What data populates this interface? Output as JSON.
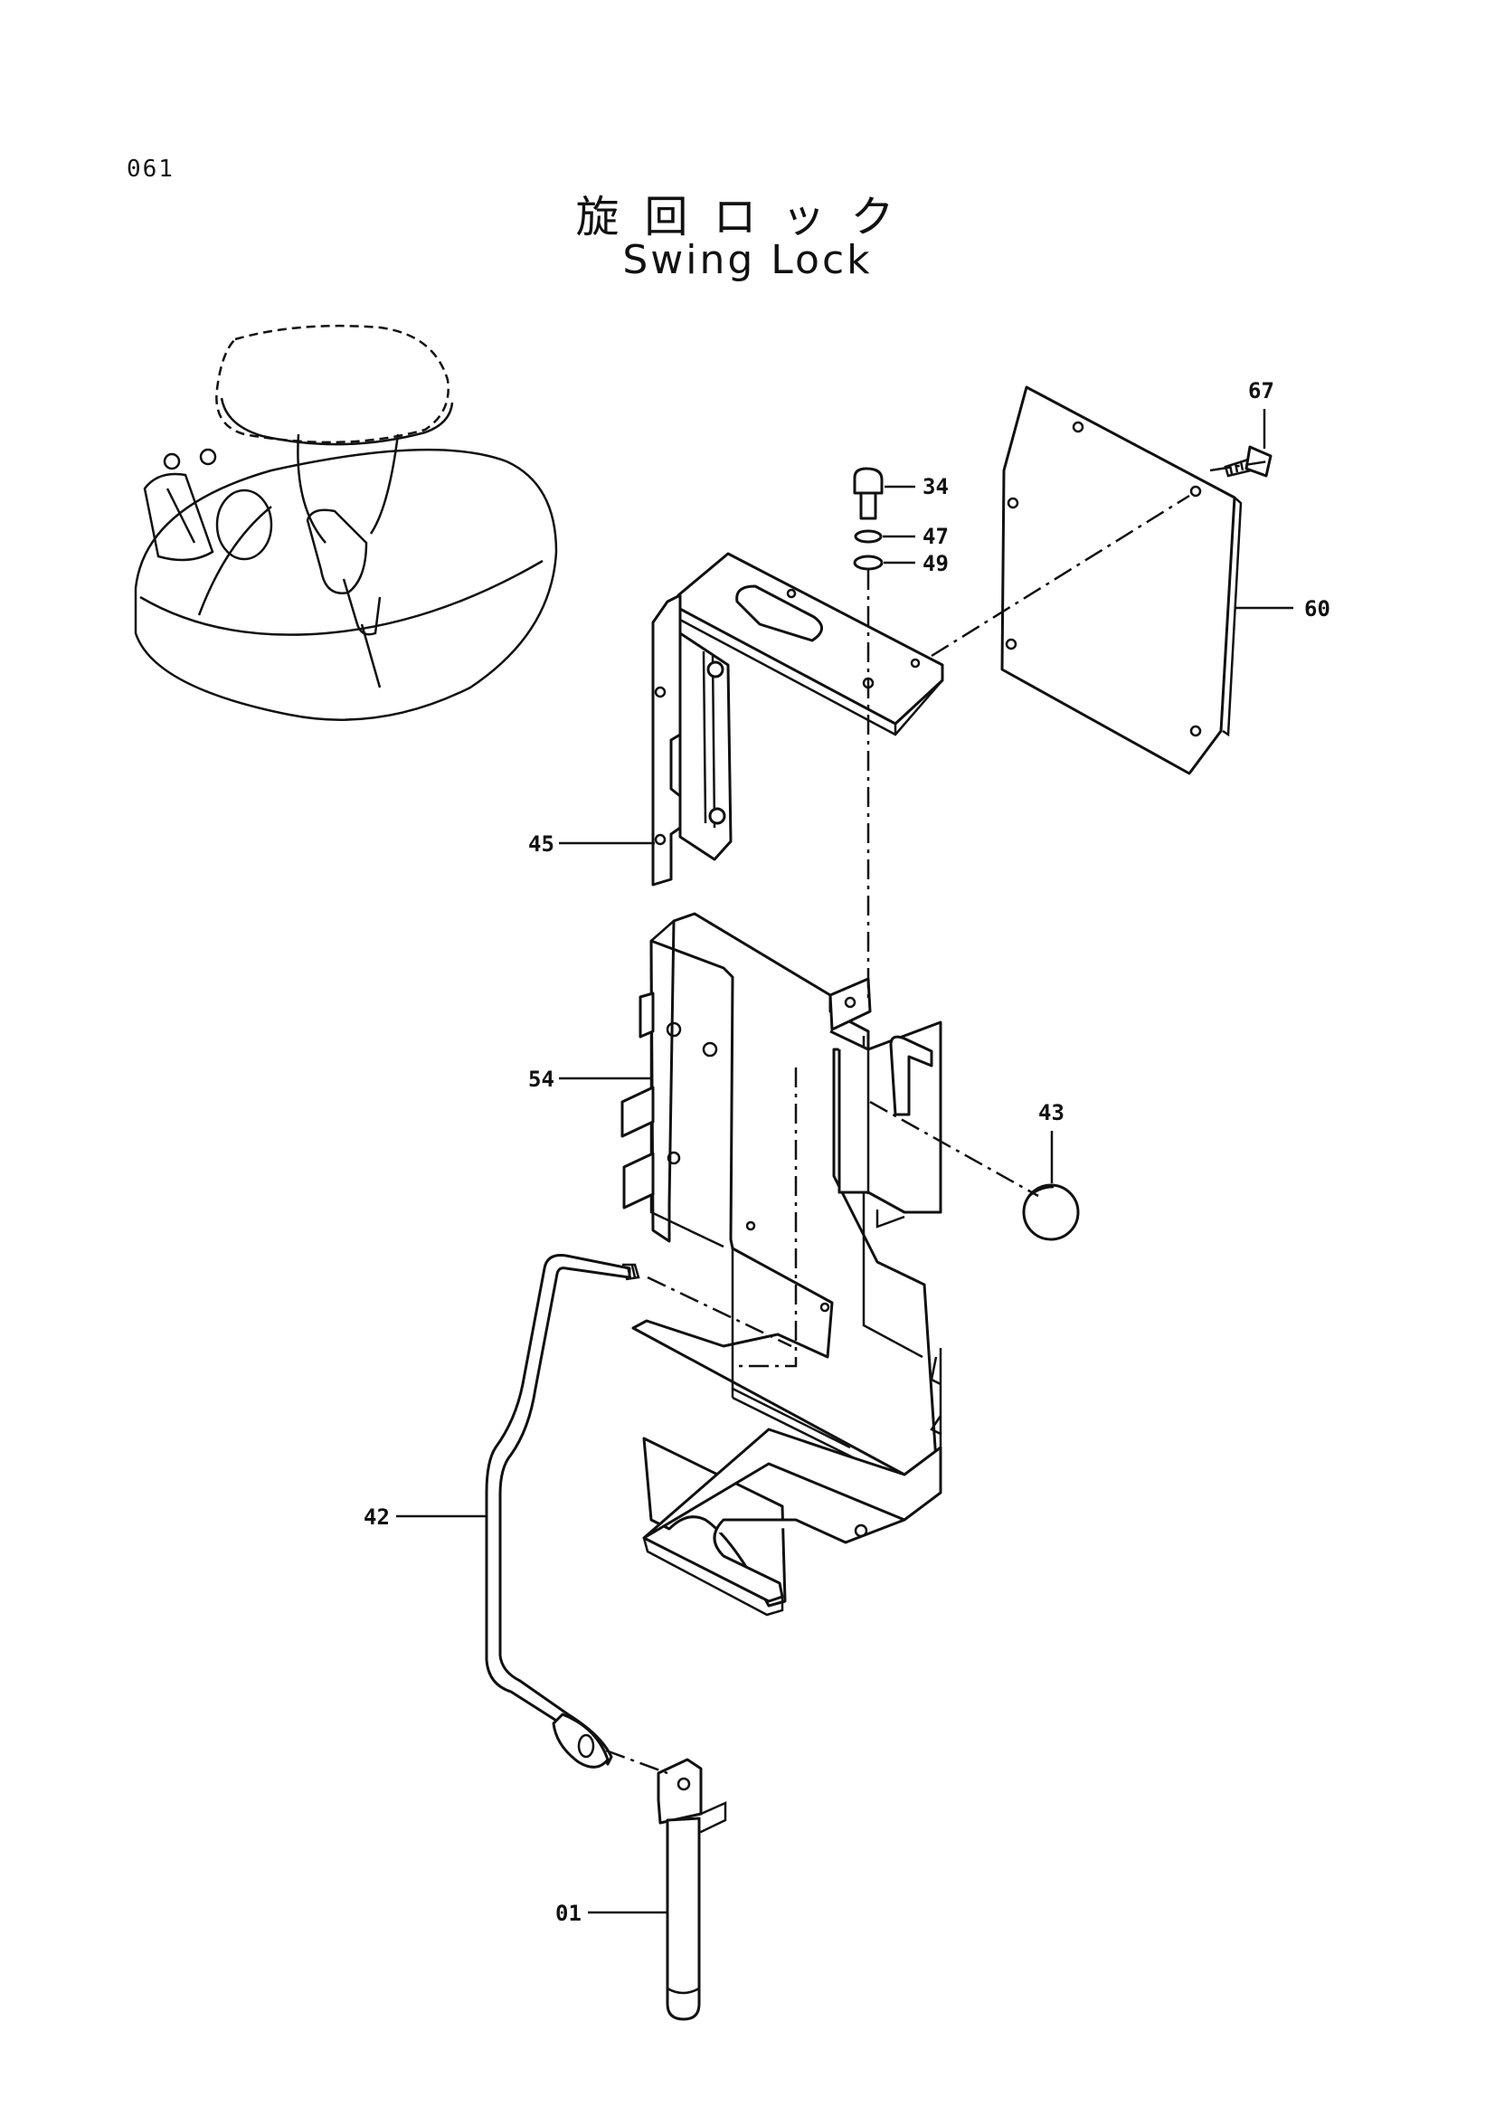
{
  "page": {
    "code": "061"
  },
  "title": {
    "japanese": "旋回ロック",
    "english": "Swing Lock"
  },
  "callouts": {
    "p67": "67",
    "p34": "34",
    "p47": "47",
    "p49": "49",
    "p60": "60",
    "p45": "45",
    "p54": "54",
    "p43": "43",
    "p42": "42",
    "p01": "01"
  }
}
